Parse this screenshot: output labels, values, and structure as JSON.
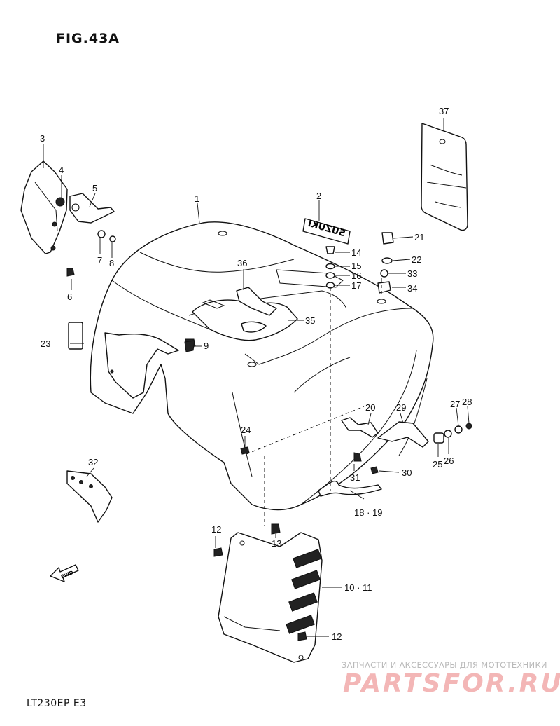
{
  "figure": {
    "title": "FIG.43A",
    "model": "LT230EP  E3",
    "badge_text": "SUZUKI",
    "fwd_text": "FWD"
  },
  "watermark": {
    "caption": "ЗАПЧАСТИ И АКСЕССУАРЫ ДЛЯ МОТОТЕХНИКИ",
    "logo": "PARTSFOR.RU"
  },
  "callouts": [
    {
      "id": "c1",
      "label": "1"
    },
    {
      "id": "c2",
      "label": "2"
    },
    {
      "id": "c3",
      "label": "3"
    },
    {
      "id": "c4",
      "label": "4"
    },
    {
      "id": "c5",
      "label": "5"
    },
    {
      "id": "c6",
      "label": "6"
    },
    {
      "id": "c7",
      "label": "7"
    },
    {
      "id": "c8",
      "label": "8"
    },
    {
      "id": "c9",
      "label": "9"
    },
    {
      "id": "c10",
      "label": "10 · 11"
    },
    {
      "id": "c12a",
      "label": "12"
    },
    {
      "id": "c12b",
      "label": "12"
    },
    {
      "id": "c13",
      "label": "13"
    },
    {
      "id": "c14",
      "label": "14"
    },
    {
      "id": "c15",
      "label": "15"
    },
    {
      "id": "c16",
      "label": "16"
    },
    {
      "id": "c17",
      "label": "17"
    },
    {
      "id": "c18",
      "label": "18 · 19"
    },
    {
      "id": "c20",
      "label": "20"
    },
    {
      "id": "c21",
      "label": "21"
    },
    {
      "id": "c22",
      "label": "22"
    },
    {
      "id": "c23",
      "label": "23"
    },
    {
      "id": "c24",
      "label": "24"
    },
    {
      "id": "c25",
      "label": "25"
    },
    {
      "id": "c26",
      "label": "26"
    },
    {
      "id": "c27",
      "label": "27"
    },
    {
      "id": "c28",
      "label": "28"
    },
    {
      "id": "c29",
      "label": "29"
    },
    {
      "id": "c30",
      "label": "30"
    },
    {
      "id": "c31",
      "label": "31"
    },
    {
      "id": "c32",
      "label": "32"
    },
    {
      "id": "c33",
      "label": "33"
    },
    {
      "id": "c34",
      "label": "34"
    },
    {
      "id": "c35",
      "label": "35"
    },
    {
      "id": "c36",
      "label": "36"
    },
    {
      "id": "c37",
      "label": "37"
    }
  ]
}
